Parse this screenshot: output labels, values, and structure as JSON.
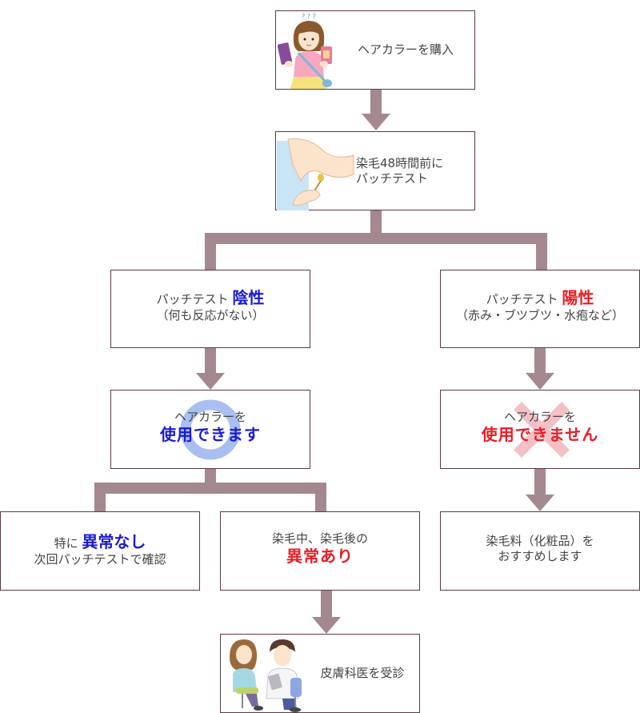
{
  "nodes": {
    "purchase": {
      "text": "ヘアカラーを購入"
    },
    "patch_test": {
      "line1": "染毛48時間前に",
      "line2": "パッチテスト"
    },
    "negative": {
      "prefix": "パッチテスト ",
      "emphasis": "陰性",
      "detail": "（何も反応がない）"
    },
    "positive": {
      "prefix": "パッチテスト ",
      "emphasis": "陽性",
      "detail": "（赤み・ブツブツ・水疱など）"
    },
    "can_use": {
      "line1": "ヘアカラーを",
      "emphasis": "使用できます"
    },
    "cannot_use": {
      "line1": "ヘアカラーを",
      "emphasis": "使用できません"
    },
    "no_issue": {
      "prefix": "特に ",
      "emphasis": "異常なし",
      "line2": "次回パッチテストで確認"
    },
    "issue": {
      "line1": "染毛中、染毛後の",
      "emphasis": "異常あり"
    },
    "recommend": {
      "line1": "染毛料（化粧品）を",
      "line2": "おすすめします"
    },
    "dermatologist": {
      "text": "皮膚科医を受診"
    }
  },
  "colors": {
    "connector": "#a4888f",
    "border": "#5a3a48",
    "positive_accent": "#1a1ad4",
    "negative_accent": "#ea1c24",
    "circle_mark": "#a9bff2",
    "cross_mark": "#f4c0c6"
  }
}
